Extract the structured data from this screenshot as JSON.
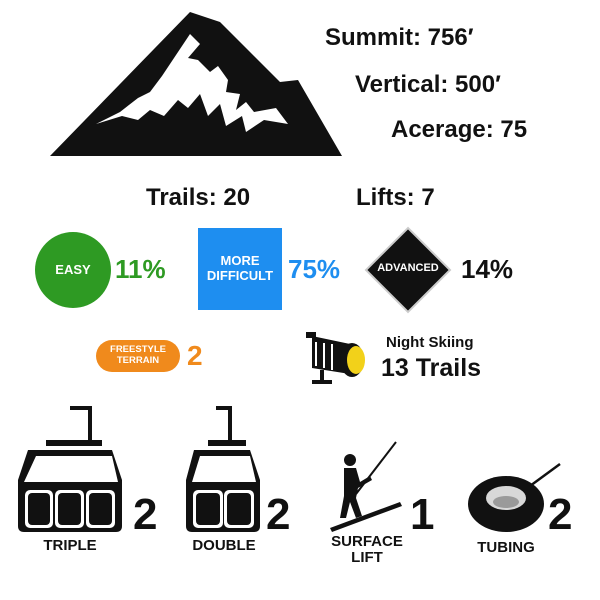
{
  "mountain_stats": {
    "summit": "Summit: 756′",
    "vertical": "Vertical: 500′",
    "acreage": "Acerage: 75"
  },
  "totals": {
    "trails": "Trails: 20",
    "lifts": "Lifts: 7"
  },
  "difficulty": [
    {
      "badge": "EASY",
      "percent": "11%",
      "color": "#2e9a23"
    },
    {
      "badge": "MORE DIFFICULT",
      "badge_line1": "MORE",
      "badge_line2": "DIFFICULT",
      "percent": "75%",
      "color": "#1e8ef0"
    },
    {
      "badge": "ADVANCED",
      "percent": "14%",
      "color": "#111111"
    }
  ],
  "freestyle": {
    "badge_line1": "FREESTYLE",
    "badge_line2": "TERRAIN",
    "count": "2",
    "color": "#f08a1c"
  },
  "night_skiing": {
    "label": "Night Skiing",
    "value": "13 Trails"
  },
  "lifts": [
    {
      "name": "TRIPLE",
      "count": "2",
      "icon": "gondola-triple-icon"
    },
    {
      "name": "DOUBLE",
      "count": "2",
      "icon": "gondola-double-icon"
    },
    {
      "name_line1": "SURFACE",
      "name_line2": "LIFT",
      "count": "1",
      "icon": "surface-lift-icon"
    },
    {
      "name": "TUBING",
      "count": "2",
      "icon": "tube-icon"
    }
  ]
}
